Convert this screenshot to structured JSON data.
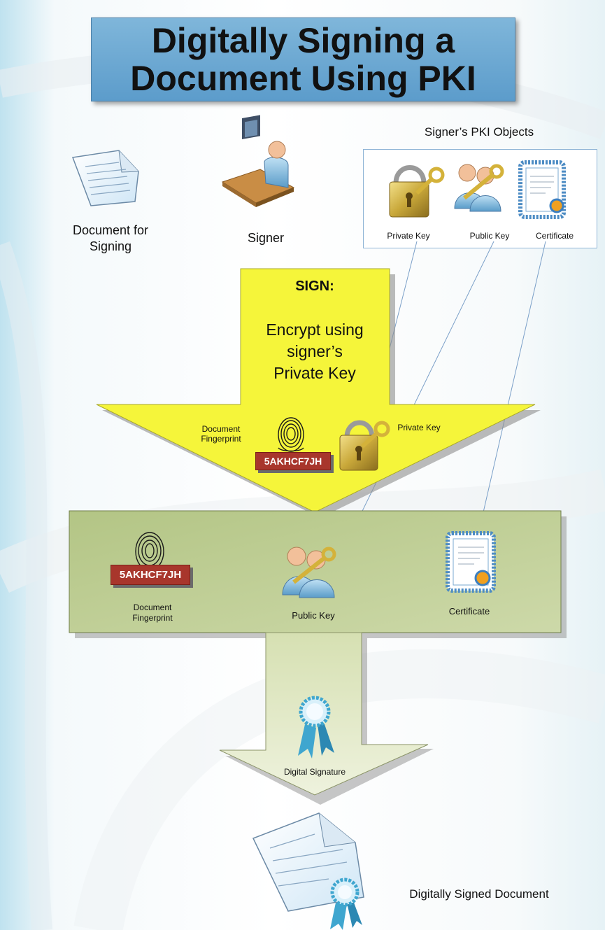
{
  "title": {
    "line1": "Digitally Signing a",
    "line2": "Document Using PKI"
  },
  "top_row": {
    "document_label_line1": "Document for",
    "document_label_line2": "Signing",
    "signer_label": "Signer"
  },
  "pki_objects": {
    "heading": "Signer’s PKI Objects",
    "private_key": "Private Key",
    "public_key": "Public Key",
    "certificate": "Certificate"
  },
  "sign_step": {
    "heading": "SIGN:",
    "line1": "Encrypt using",
    "line2": "signer’s",
    "line3": "Private Key",
    "fingerprint_line1": "Document",
    "fingerprint_line2": "Fingerprint",
    "hash_value": "5AKHCF7JH",
    "private_key_label": "Private Key"
  },
  "bundle": {
    "hash_value": "5AKHCF7JH",
    "fingerprint_line1": "Document",
    "fingerprint_line2": "Fingerprint",
    "public_key_label": "Public Key",
    "certificate_label": "Certificate"
  },
  "output": {
    "digital_signature_label": "Digital Signature",
    "signed_document_label": "Digitally Signed Document"
  },
  "colors": {
    "title_fill": "#6aa7d3",
    "sign_arrow_fill": "#f5f53a",
    "bundle_fill": "#b9c98f",
    "output_arrow_fill": "#e4ebcc",
    "hash_tag": "#a8362c",
    "connector_line": "#7a9fc8"
  },
  "icons": [
    "document-icon",
    "signer-icon",
    "padlock-key-icon",
    "users-key-icon",
    "certificate-icon",
    "fingerprint-icon",
    "ribbon-seal-icon",
    "signed-document-icon"
  ]
}
